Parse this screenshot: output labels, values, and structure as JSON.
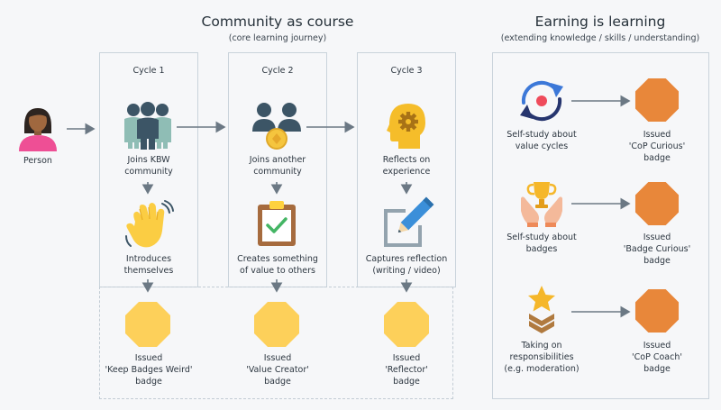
{
  "left_title": "Community as course",
  "left_subtitle": "(core learning journey)",
  "right_title": "Earning is learning",
  "right_subtitle": "(extending knowledge / skills / understanding)",
  "person_label": "Person",
  "cycles": [
    {
      "title": "Cycle 1",
      "step1": [
        "Joins KBW",
        "community"
      ],
      "step2": [
        "Introduces",
        "themselves"
      ],
      "badge": [
        "Issued",
        "'Keep Badges Weird'",
        "badge"
      ],
      "colors": {
        "badge": "#fdd05a"
      }
    },
    {
      "title": "Cycle 2",
      "step1": [
        "Joins another",
        "community"
      ],
      "step2": [
        "Creates something",
        "of value to others"
      ],
      "badge": [
        "Issued",
        "'Value Creator'",
        "badge"
      ],
      "colors": {
        "badge": "#fdd05a"
      }
    },
    {
      "title": "Cycle 3",
      "step1": [
        "Reflects on",
        "experience"
      ],
      "step2": [
        "Captures reflection",
        "(writing / video)"
      ],
      "badge": [
        "Issued",
        "'Reflector'",
        "badge"
      ],
      "colors": {
        "badge": "#fdd05a"
      }
    }
  ],
  "extras": [
    {
      "activity": [
        "Self-study about",
        "value cycles"
      ],
      "badge": [
        "Issued",
        "'CoP Curious'",
        "badge"
      ]
    },
    {
      "activity": [
        "Self-study about",
        "badges"
      ],
      "badge": [
        "Issued",
        "'Badge Curious'",
        "badge"
      ]
    },
    {
      "activity": [
        "Taking on",
        "responsibilities",
        "(e.g. moderation)"
      ],
      "badge": [
        "Issued",
        "'CoP Coach'",
        "badge"
      ]
    }
  ],
  "colors": {
    "yellow_badge": "#fdd05a",
    "orange_badge": "#e8873a",
    "arrow": "#6b7884",
    "panel_border": "#c9d3db",
    "background": "#f6f7f9"
  },
  "icons": {
    "person": "person-icon",
    "group": "group-icon",
    "pair": "pair-icon",
    "head_gear": "head-gear-icon",
    "waving_hand": "waving-hand-icon",
    "clipboard_check": "clipboard-check-icon",
    "pencil_frame": "pencil-frame-icon",
    "cycle_arrows": "cycle-arrows-icon",
    "trophy_hands": "trophy-hands-icon",
    "rank_star": "rank-star-icon"
  }
}
